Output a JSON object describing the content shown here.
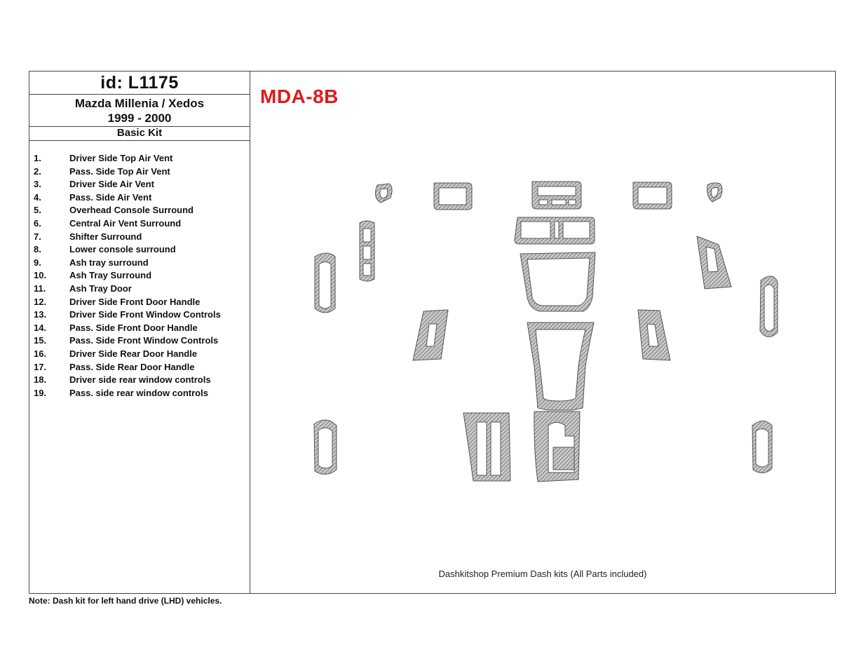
{
  "header": {
    "id": "id: L1175",
    "model_line1": "Mazda Millenia / Xedos",
    "model_line2": "1999 - 2000",
    "kit": "Basic Kit"
  },
  "code": "MDA-8B",
  "parts": [
    {
      "num": "1.",
      "label": "Driver Side Top Air Vent"
    },
    {
      "num": "2.",
      "label": "Pass. Side Top Air Vent"
    },
    {
      "num": "3.",
      "label": "Driver Side Air Vent"
    },
    {
      "num": "4.",
      "label": "Pass. Side Air Vent"
    },
    {
      "num": "5.",
      "label": "Overhead Console Surround"
    },
    {
      "num": "6.",
      "label": "Central Air Vent Surround"
    },
    {
      "num": "7.",
      "label": "Shifter Surround"
    },
    {
      "num": "8.",
      "label": "Lower console surround"
    },
    {
      "num": "9.",
      "label": "Ash tray surround"
    },
    {
      "num": "10.",
      "label": "Ash Tray Surround"
    },
    {
      "num": "11.",
      "label": "Ash Tray Door"
    },
    {
      "num": "12.",
      "label": "Driver Side Front Door Handle"
    },
    {
      "num": "13.",
      "label": "Driver Side Front Window Controls"
    },
    {
      "num": "14.",
      "label": "Pass. Side Front Door Handle"
    },
    {
      "num": "15.",
      "label": "Pass. Side Front Window Controls"
    },
    {
      "num": "16.",
      "label": "Driver Side Rear Door Handle"
    },
    {
      "num": "17.",
      "label": "Pass. Side Rear Door Handle"
    },
    {
      "num": "18.",
      "label": "Driver side rear window controls"
    },
    {
      "num": "19.",
      "label": "Pass. side rear window controls"
    }
  ],
  "caption": "Dashkitshop Premium Dash kits (All Parts included)",
  "note": "Note: Dash kit for left hand drive (LHD)  vehicles.",
  "colors": {
    "code": "#e01b1b",
    "part_fill": "#9a9a9a"
  }
}
